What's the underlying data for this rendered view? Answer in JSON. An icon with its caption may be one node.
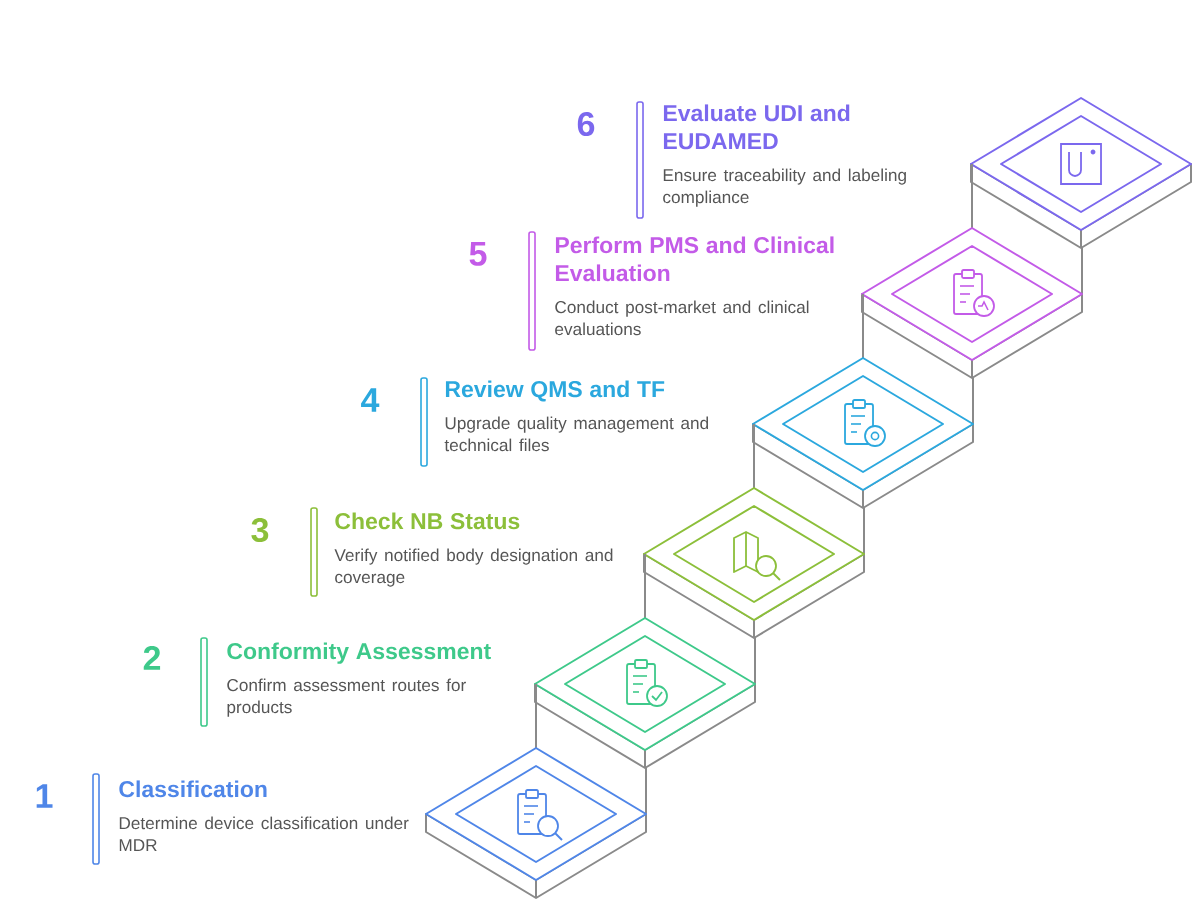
{
  "diagram": {
    "nodes": [
      {
        "text": [
          "Classification",
          "Determine device classification under MDR"
        ],
        "beside": [
          "1"
        ]
      },
      {
        "text": [
          "Conformity Assessment",
          "Confirm assessment routes for products"
        ],
        "beside": [
          "2"
        ]
      },
      {
        "text": [
          "Check NB Status",
          "Verify notified body designation and coverage"
        ],
        "beside": [
          "3"
        ]
      },
      {
        "text": [
          "Review QMS and TF",
          "Upgrade quality management and technical files"
        ],
        "beside": [
          "4"
        ]
      },
      {
        "text": [
          "Perform PMS and Clinical Evaluation",
          "Conduct post-market and clinical evaluations"
        ],
        "beside": [
          "5"
        ]
      },
      {
        "text": [
          "Evaluate UDI and EUDAMED",
          "Ensure traceability and labeling compliance"
        ],
        "beside": [
          "6"
        ]
      }
    ]
  }
}
